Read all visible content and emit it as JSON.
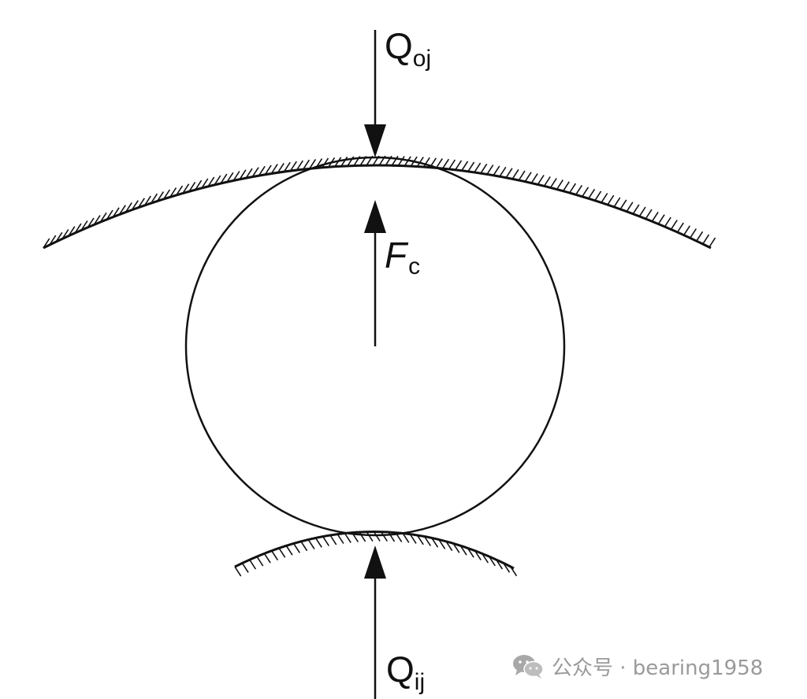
{
  "labels": {
    "outer_load": {
      "main": "Q",
      "sub": "oj"
    },
    "centrifugal_force": {
      "main": "F",
      "sub": "c"
    },
    "inner_load": {
      "main": "Q",
      "sub": "ij"
    }
  },
  "watermark": {
    "text": "公众号 · bearing1958",
    "icon": "wechat-icon"
  },
  "colors": {
    "stroke": "#111111",
    "watermark": "#9a9a9a"
  }
}
